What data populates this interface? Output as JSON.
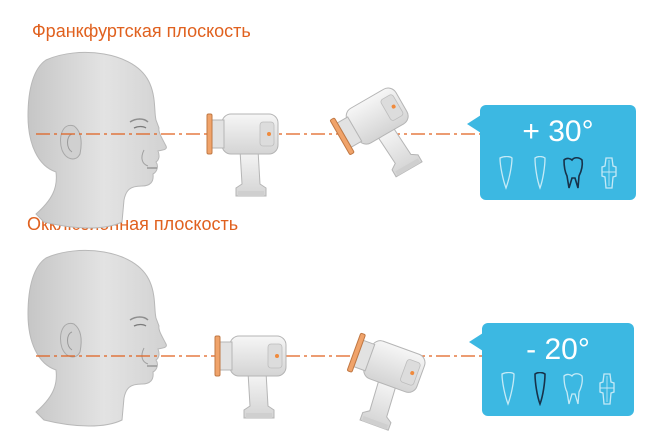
{
  "sections": [
    {
      "title": "Франкфуртская плоскость",
      "angle": "+ 30°",
      "highlighted_tooth": "molar-icon"
    },
    {
      "title": "Окклюзионная плоскость",
      "angle": "- 20°",
      "highlighted_tooth": "premolar-icon"
    }
  ],
  "colors": {
    "accent": "#e0611f",
    "callout": "#3cb8e2",
    "skin": "#d9d9d9",
    "device": "#e9e9e9"
  },
  "icons": [
    "head-profile-icon",
    "xray-camera-icon",
    "incisor-icon",
    "premolar-icon",
    "molar-icon",
    "full-tooth-icon"
  ]
}
